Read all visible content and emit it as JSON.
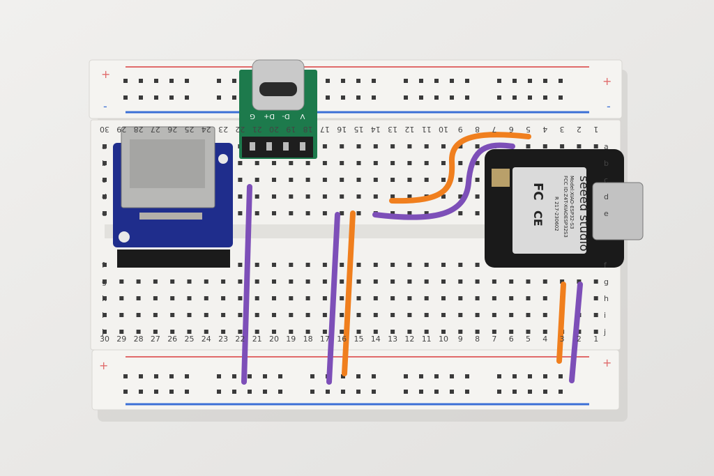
{
  "breadboard": {
    "columns": [
      "30",
      "29",
      "28",
      "27",
      "26",
      "25",
      "24",
      "23",
      "22",
      "21",
      "20",
      "19",
      "18",
      "17",
      "16",
      "15",
      "14",
      "13",
      "12",
      "11",
      "10",
      "9",
      "8",
      "7",
      "6",
      "5",
      "4",
      "3",
      "2",
      "1"
    ],
    "rows_top": [
      "a",
      "b",
      "c",
      "d",
      "e"
    ],
    "rows_bottom": [
      "f",
      "g",
      "h",
      "i",
      "j"
    ],
    "rail_plus": "+",
    "rail_minus": "-",
    "colors": {
      "body": "#f3f2ef",
      "red_line": "#e06a6a",
      "blue_line": "#3b6fd6",
      "hole": "#3a3a3a"
    }
  },
  "usb_breakout": {
    "pins": [
      "G",
      "D+",
      "D-",
      "V"
    ],
    "color": "#1d7a4c"
  },
  "sd_module": {
    "color": "#1f2d8c"
  },
  "xiao_module": {
    "brand": "seeed studio",
    "model": "Model:XIAO-ESP32-S3",
    "fcc": "FCC ID:Z4T-XIAOESP32S3",
    "cert": "R 217-230602",
    "fc_mark": "FC",
    "ce_mark": "CE"
  },
  "wires": {
    "purple": "#7d4fb8",
    "orange": "#f07f1e"
  }
}
